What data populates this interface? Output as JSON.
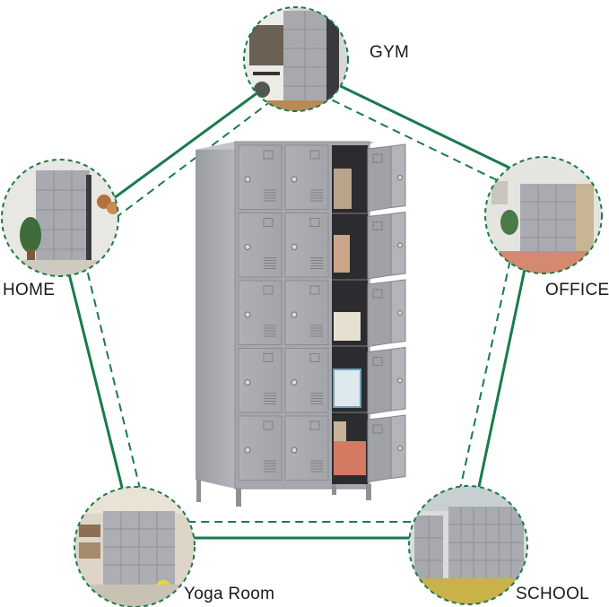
{
  "labels": {
    "gym": "GYM",
    "home": "HOME",
    "office": "OFFICE",
    "yoga": "Yoga Room",
    "school": "SCHOOL"
  },
  "colors": {
    "accent_green": "#1a7a4c",
    "locker_gray": "#a9aab1",
    "locker_dark": "#8d8e95",
    "interior": "#2b2b30",
    "background": "#ffffff"
  },
  "product": {
    "columns": 3,
    "rows": 5,
    "open_column": 3
  }
}
